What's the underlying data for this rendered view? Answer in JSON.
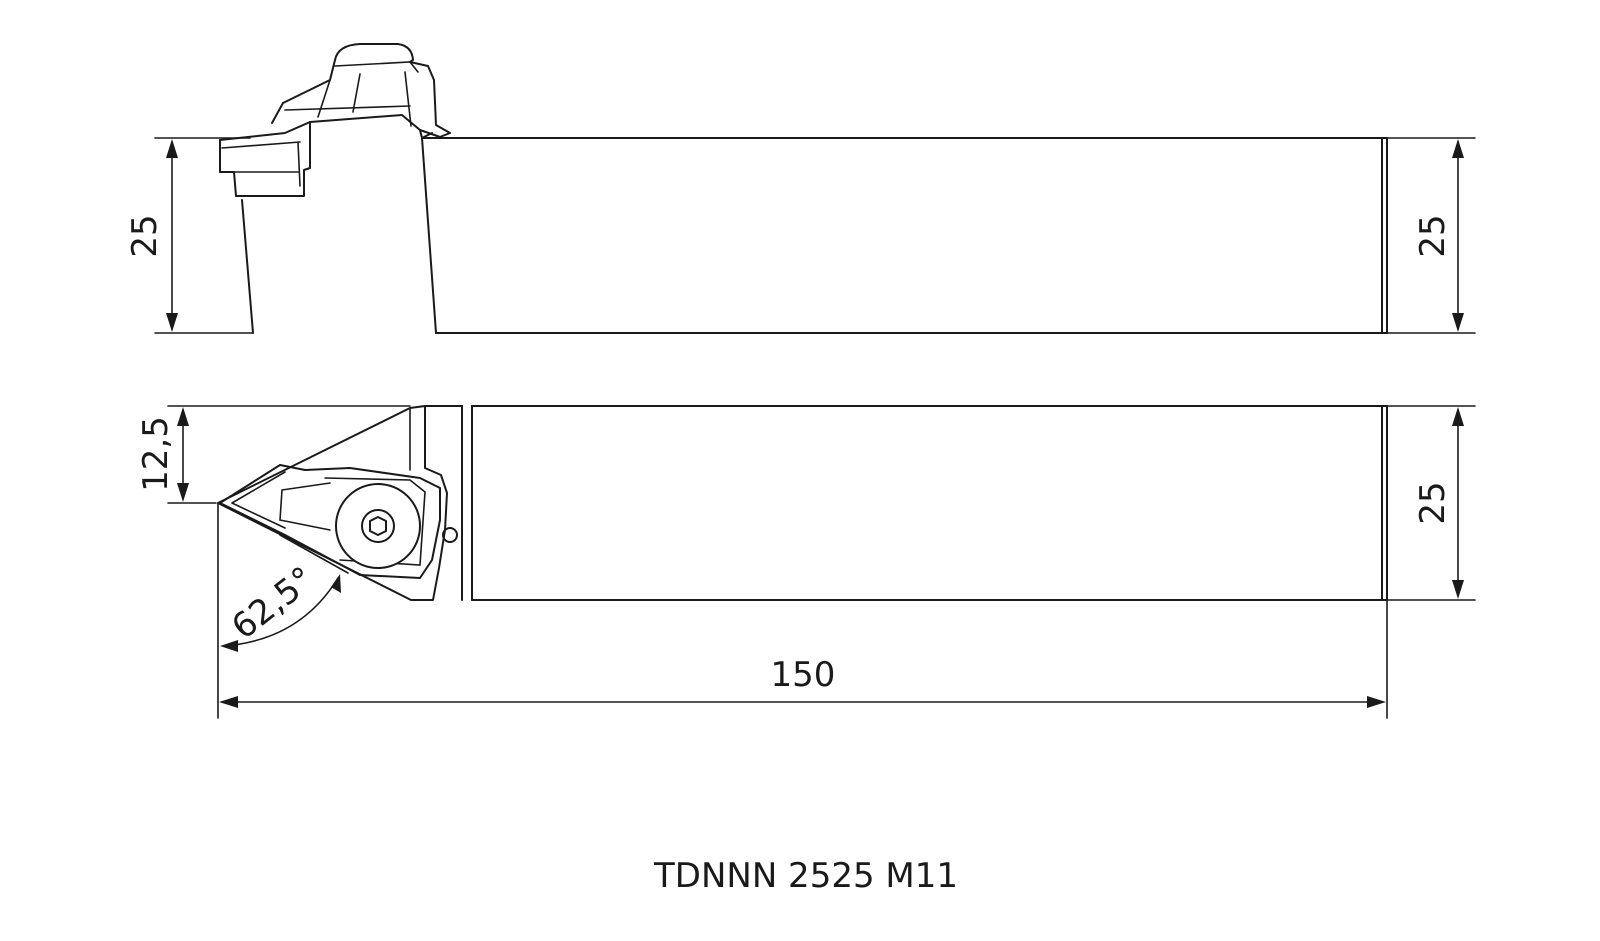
{
  "drawing": {
    "part_code": "TDNNN 2525 M11",
    "colors": {
      "line": "#1a1a1a",
      "background": "#ffffff"
    },
    "dimensions": {
      "side_height_left": "25",
      "side_height_right": "25",
      "top_half_width": "12,5",
      "top_width_right": "25",
      "cutting_angle": "62,5°",
      "overall_length": "150"
    }
  }
}
